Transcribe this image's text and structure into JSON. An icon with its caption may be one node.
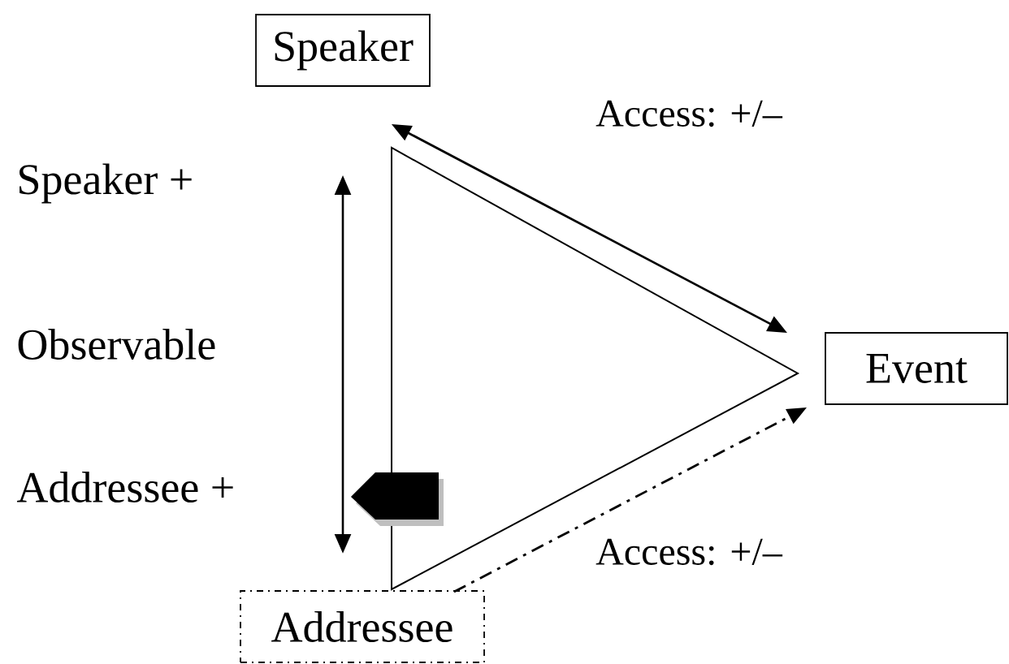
{
  "diagram": {
    "nodes": [
      {
        "text": [
          "Speaker"
        ]
      },
      {
        "text": [
          "Event"
        ]
      },
      {
        "text": [
          "Addressee"
        ]
      }
    ],
    "edges": [
      {
        "from": 0,
        "to": 1,
        "arrow": "both",
        "label": "Access: +/–"
      },
      {
        "from": 2,
        "to": 1,
        "arrow": "to",
        "label": "Access: +/–",
        "style": "dashed"
      }
    ],
    "labels": [
      "Speaker +",
      "Observable",
      "Addressee +"
    ]
  }
}
